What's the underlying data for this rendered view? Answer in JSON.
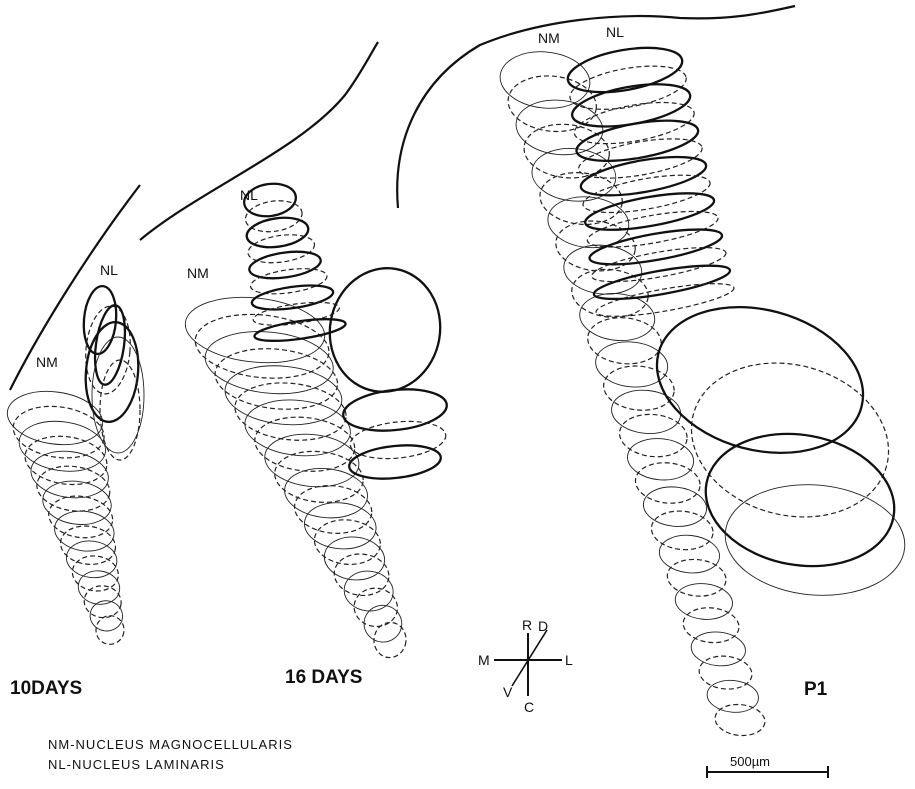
{
  "stages": [
    {
      "name": "10DAYS",
      "nm_label": "NM",
      "nl_label": "NL"
    },
    {
      "name": "16 DAYS",
      "nm_label": "NM",
      "nl_label": "NL"
    },
    {
      "name": "P1",
      "nm_label": "NM",
      "nl_label": "NL"
    }
  ],
  "orientation": {
    "rostral": "R",
    "caudal": "C",
    "medial": "M",
    "lateral": "L",
    "dorsal": "D",
    "ventral": "V"
  },
  "legend": [
    "NM-NUCLEUS  MAGNOCELLULARIS",
    "NL-NUCLEUS  LAMINARIS"
  ],
  "scale_bar": {
    "label": "500µm"
  }
}
